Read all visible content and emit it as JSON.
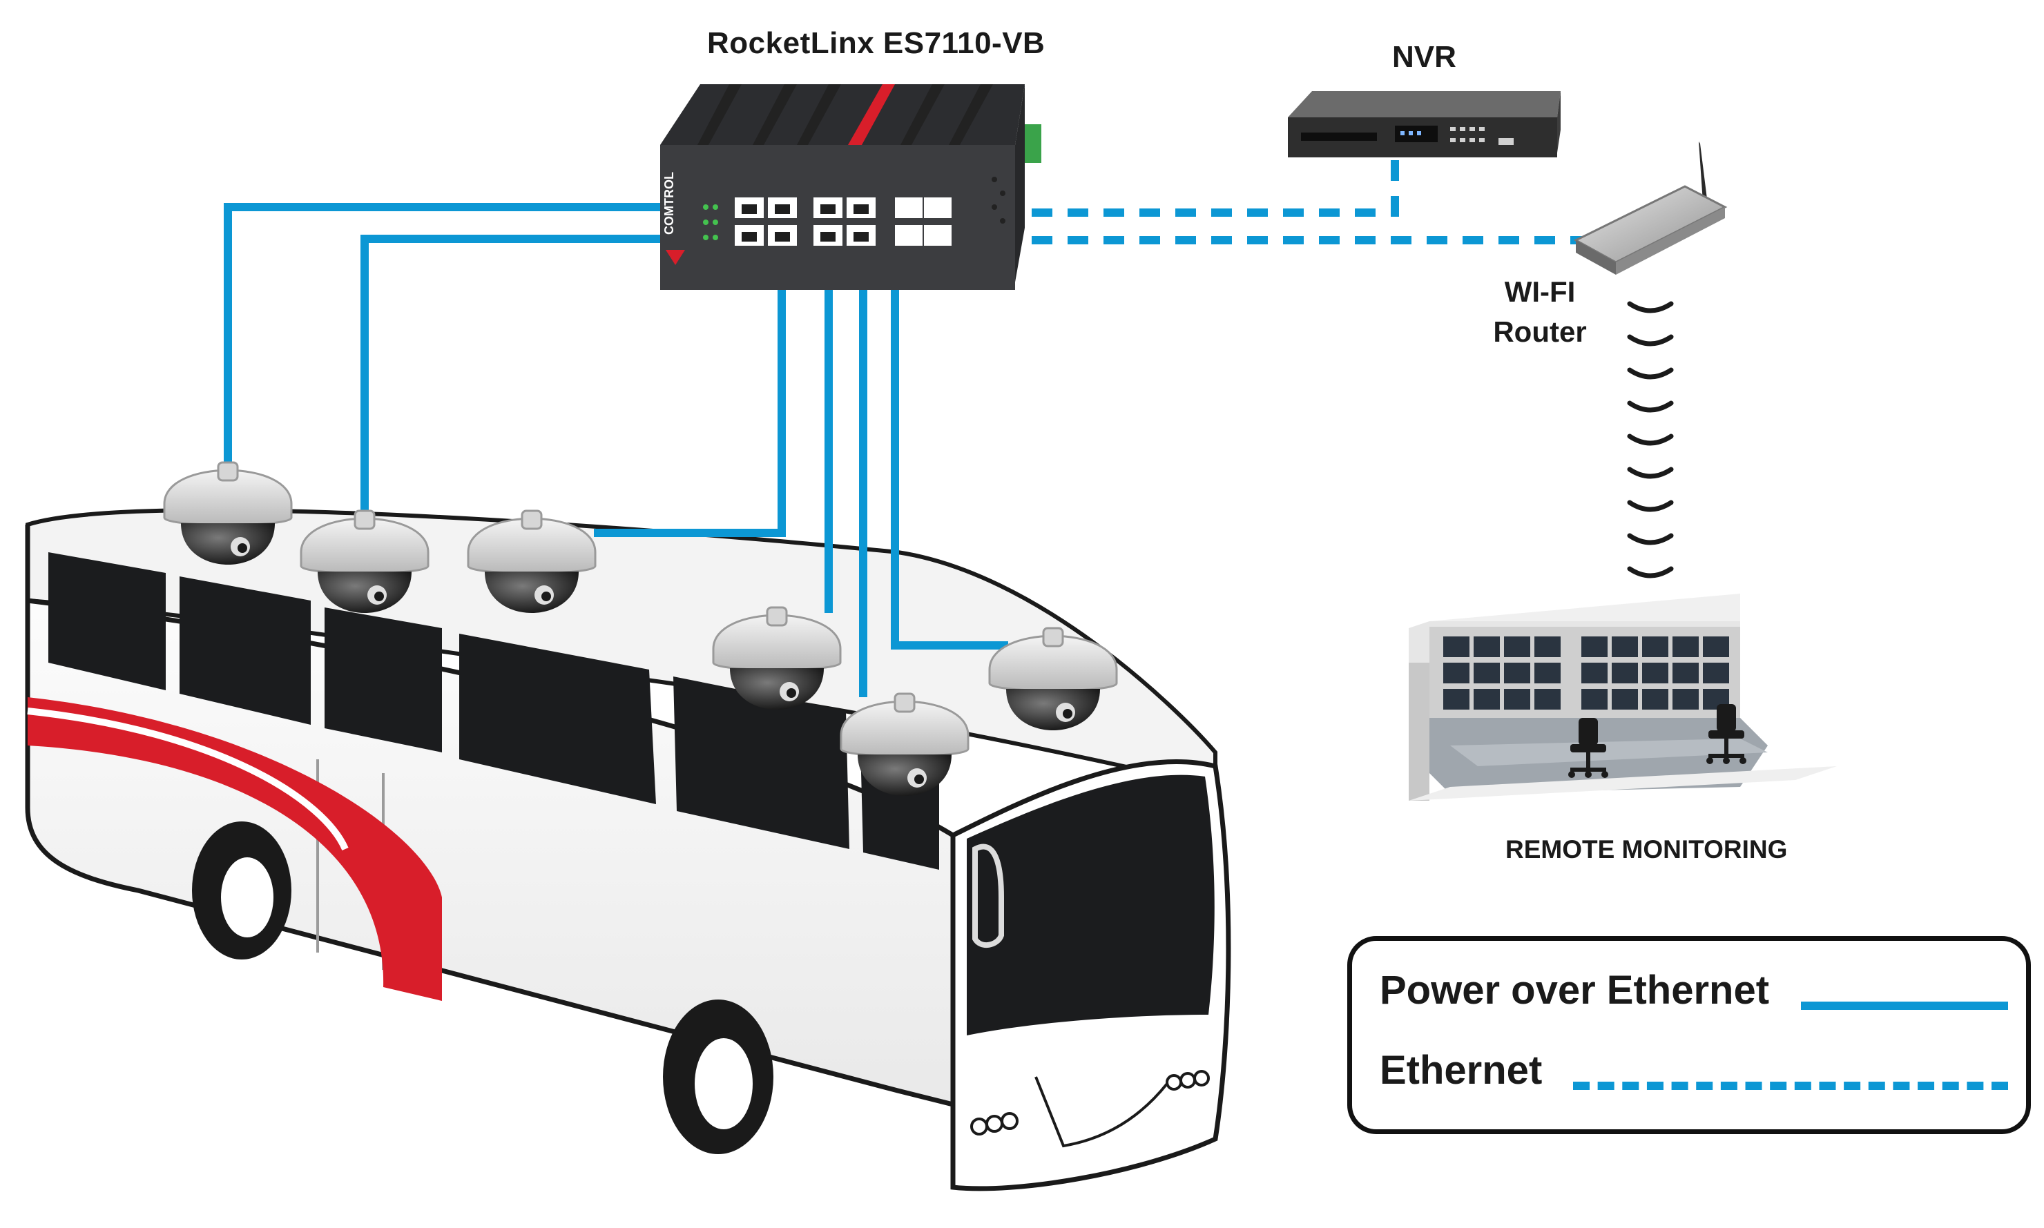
{
  "labels": {
    "switch": "RocketLinx  ES7110-VB",
    "nvr": "NVR",
    "router_line1": "WI-FI",
    "router_line2": "Router",
    "remote": "REMOTE MONITORING",
    "switch_brand": "COMTROL"
  },
  "legend": {
    "poe": "Power over Ethernet",
    "ethernet": "Ethernet"
  },
  "colors": {
    "cable": "#0c97d4",
    "stripe_red": "#d81e2a",
    "switch_body": "#3c3d40",
    "bus_window": "#1b1c1e"
  }
}
